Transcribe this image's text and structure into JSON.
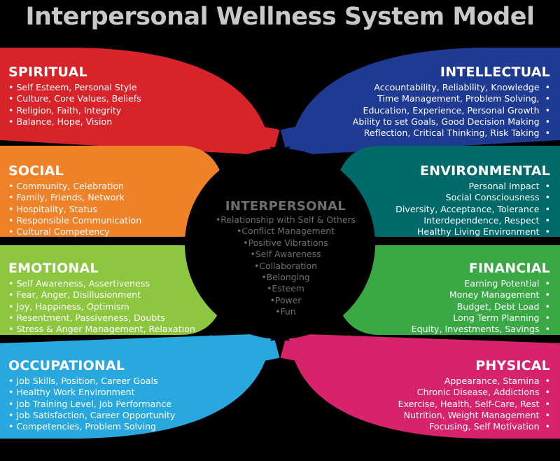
{
  "title": "Interpersonal Wellness System Model",
  "colors": {
    "spiritual": "#d9232a",
    "social": "#ef8228",
    "emotional": "#8dc63f",
    "occupational": "#29a8df",
    "intellectual": "#1e3a93",
    "environmental": "#006a6a",
    "financial": "#39a845",
    "physical": "#d6236c",
    "center": "#000000",
    "center_text": "#6e6e6e"
  },
  "center": {
    "heading": "INTERPERSONAL",
    "items": [
      "Relationship with Self & Others",
      "Conflict Management",
      "Positive Vibrations",
      "Self Awareness",
      "Collaboration",
      "Belonging",
      "Esteem",
      "Power",
      "Fun"
    ]
  },
  "spiritual": {
    "heading": "SPIRITUAL",
    "items": [
      "Self Esteem, Personal Style",
      "Culture, Core Values, Beliefs",
      "Religion, Faith, Integrity",
      "Balance, Hope, Vision"
    ]
  },
  "social": {
    "heading": "SOCIAL",
    "items": [
      "Community, Celebration",
      "Family, Friends, Network",
      "Hospitality, Status",
      "Responsible Communication",
      "Cultural Competency"
    ]
  },
  "emotional": {
    "heading": "EMOTIONAL",
    "items": [
      "Self Awareness, Assertiveness",
      "Fear, Anger, Disillusionment",
      "Joy, Happiness, Optimism",
      "Resentment, Passiveness, Doubts",
      "Stress & Anger Management, Relaxation"
    ]
  },
  "occupational": {
    "heading": "OCCUPATIONAL",
    "items": [
      "Job Skills, Position, Career Goals",
      "Healthy Work Environment",
      "Job Training Level, Job Performance",
      "Job Satisfaction, Career Opportunity",
      "Competencies, Problem Solving"
    ]
  },
  "intellectual": {
    "heading": "INTELLECTUAL",
    "items": [
      "Accountability, Reliability, Knowledge",
      "Time Management, Problem Solving,",
      "Education, Experience, Personal Growth",
      "Ability to set Goals, Good Decision Making",
      "Reflection, Critical Thinking, Risk Taking"
    ]
  },
  "environmental": {
    "heading": "ENVIRONMENTAL",
    "items": [
      "Personal Impact",
      "Social Consciousness",
      "Diversity, Acceptance, Tolerance",
      "Interdependence, Respect",
      "Healthy Living Environment"
    ]
  },
  "financial": {
    "heading": "FINANCIAL",
    "items": [
      "Earning Potential",
      "Money Management",
      "Budget, Debt Load",
      "Long Term Planning",
      "Equity, Investments, Savings"
    ]
  },
  "physical": {
    "heading": "PHYSICAL",
    "items": [
      "Appearance, Stamina",
      "Chronic Disease, Addictions",
      "Exercise, Health, Self-Care, Rest",
      "Nutrition, Weight Management",
      "Focusing, Self Motivation"
    ]
  }
}
